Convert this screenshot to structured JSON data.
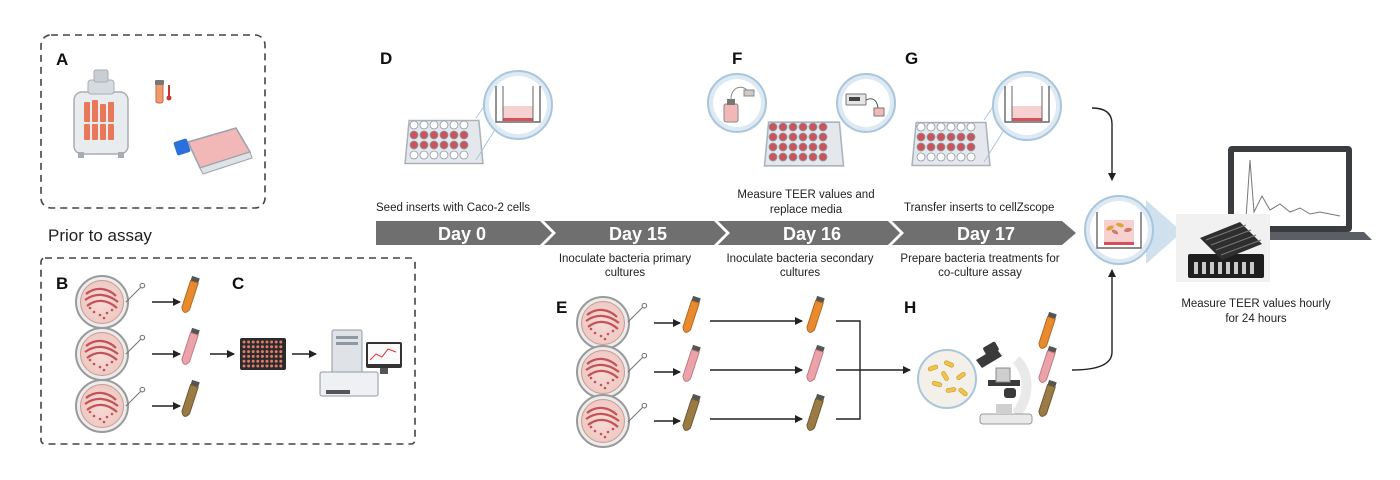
{
  "panels": {
    "a": "A",
    "b": "B",
    "c": "C",
    "d": "D",
    "e": "E",
    "f": "F",
    "g": "G",
    "h": "H"
  },
  "prior_label": "Prior to assay",
  "timeline": {
    "days": [
      "Day 0",
      "Day 15",
      "Day 16",
      "Day 17"
    ],
    "above": {
      "d0": "Seed inserts with Caco-2 cells",
      "d16_l1": "Measure TEER values and",
      "d16_l2": "replace media",
      "d17": "Transfer inserts to cellZscope"
    },
    "below": {
      "d15_l1": "Inoculate bacteria primary",
      "d15_l2": "cultures",
      "d16_l1": "Inoculate bacteria secondary",
      "d16_l2": "cultures",
      "d17_l1": "Prepare bacteria treatments for",
      "d17_l2": "co-culture assay"
    }
  },
  "result": {
    "l1": "Measure TEER values hourly",
    "l2": "for 24 hours"
  },
  "colors": {
    "timeline": "#6f6f6f",
    "well_red": "#c9555c",
    "well_pink": "#f2c6c6",
    "tube_orange": "#e88a2e",
    "tube_pink": "#eba2a8",
    "tube_brown": "#9a7a45",
    "lens_blue": "#cfe0ee"
  }
}
